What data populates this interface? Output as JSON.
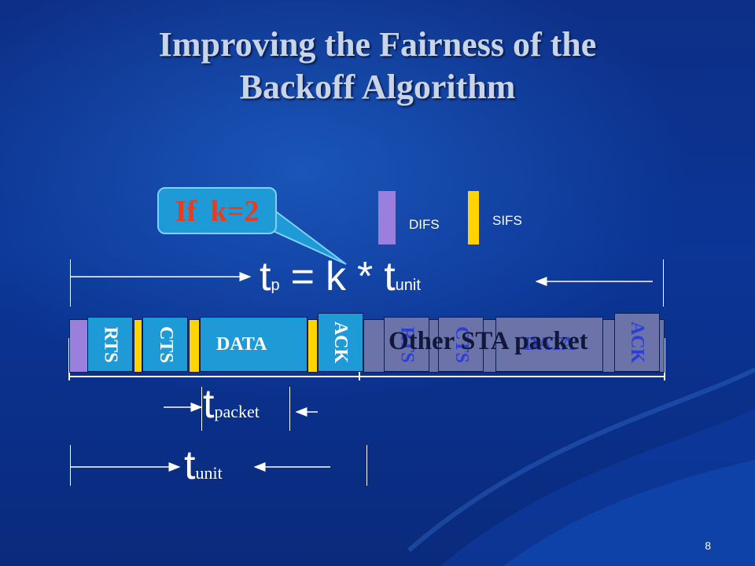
{
  "title": {
    "line1": "Improving the Fairness of the",
    "line2": "Backoff Algorithm"
  },
  "callout": {
    "text": "If k=2"
  },
  "legend": {
    "difs": {
      "label": "DIFS",
      "color": "#9b7fdc"
    },
    "sifs": {
      "label": "SIFS",
      "color": "#ffd400"
    }
  },
  "formula": {
    "t": "t",
    "p_sub": "p",
    "equals": "=",
    "k": "k",
    "times": "*",
    "unit_sub": "unit"
  },
  "packets": {
    "rts": "RTS",
    "cts": "CTS",
    "data": "DATA",
    "ack": "ACK",
    "other_rts": "RTS",
    "other_cts": "CTS",
    "other_data": "DATA",
    "other_ack": "ACK",
    "other_label": "Other STA packet"
  },
  "tpacket": {
    "t": "t",
    "sub": "packet"
  },
  "tunit": {
    "t": "t",
    "sub": "unit"
  },
  "page_number": "8",
  "colors": {
    "packet_blue": "#1e9bd6",
    "other_packet": "#6c73a8",
    "callout_text": "#e83c1c"
  }
}
